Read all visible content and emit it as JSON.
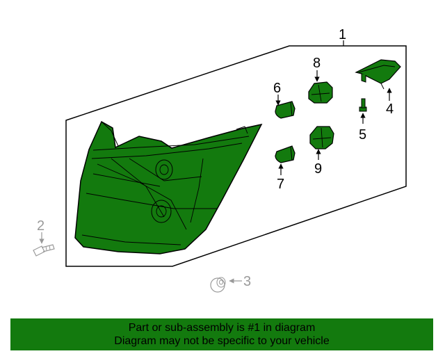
{
  "diagram": {
    "callouts": {
      "c1": "1",
      "c2": "2",
      "c3": "3",
      "c4": "4",
      "c5": "5",
      "c6": "6",
      "c7": "7",
      "c8": "8",
      "c9": "9"
    },
    "colors": {
      "highlight": "#137a0e",
      "outline": "#000000",
      "muted": "#9a9a9a"
    }
  },
  "footer": {
    "line1": "Part or sub-assembly is #1 in diagram",
    "line2": "Diagram may not be specific to your vehicle"
  }
}
